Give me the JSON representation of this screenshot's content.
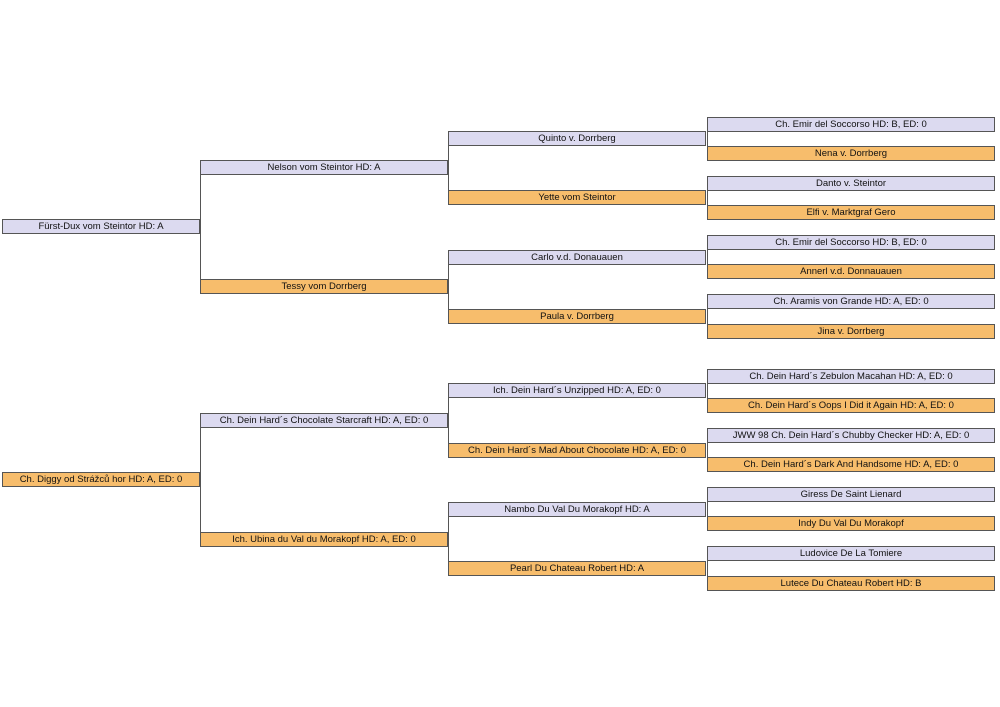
{
  "colors": {
    "male": "#dcdaf0",
    "female": "#f7bd6c",
    "line": "#555555"
  },
  "pedigrees": [
    {
      "subject": {
        "name": "Fürst-Dux vom Steintor HD: A",
        "sex": "male"
      },
      "parents": [
        {
          "name": "Nelson vom Steintor HD: A",
          "sex": "male"
        },
        {
          "name": "Tessy vom Dorrberg",
          "sex": "female"
        }
      ],
      "grandparents": [
        {
          "name": "Quinto v. Dorrberg",
          "sex": "male"
        },
        {
          "name": "Yette vom Steintor",
          "sex": "female"
        },
        {
          "name": "Carlo v.d. Donauauen",
          "sex": "male"
        },
        {
          "name": "Paula v. Dorrberg",
          "sex": "female"
        }
      ],
      "great_grandparents": [
        {
          "name": "Ch. Emir del Soccorso HD: B, ED: 0",
          "sex": "male"
        },
        {
          "name": "Nena v. Dorrberg",
          "sex": "female"
        },
        {
          "name": "Danto v. Steintor",
          "sex": "male"
        },
        {
          "name": "Elfi v. Marktgraf Gero",
          "sex": "female"
        },
        {
          "name": "Ch. Emir del Soccorso HD: B, ED: 0",
          "sex": "male"
        },
        {
          "name": "Annerl v.d. Donnauauen",
          "sex": "female"
        },
        {
          "name": "Ch. Aramis von Grande HD: A, ED: 0",
          "sex": "male"
        },
        {
          "name": "Jina v. Dorrberg",
          "sex": "female"
        }
      ]
    },
    {
      "subject": {
        "name": "Ch. Diggy od Strážců hor HD: A, ED: 0",
        "sex": "female"
      },
      "parents": [
        {
          "name": "Ch. Dein Hard´s Chocolate Starcraft HD: A, ED: 0",
          "sex": "male"
        },
        {
          "name": "Ich. Ubina du Val du Morakopf HD: A, ED: 0",
          "sex": "female"
        }
      ],
      "grandparents": [
        {
          "name": "Ich. Dein Hard´s Unzipped HD: A, ED: 0",
          "sex": "male"
        },
        {
          "name": "Ch. Dein Hard´s Mad About Chocolate HD: A, ED: 0",
          "sex": "female"
        },
        {
          "name": "Nambo Du Val Du Morakopf HD: A",
          "sex": "male"
        },
        {
          "name": "Pearl Du Chateau Robert HD: A",
          "sex": "female"
        }
      ],
      "great_grandparents": [
        {
          "name": "Ch. Dein Hard´s Zebulon Macahan HD: A, ED: 0",
          "sex": "male"
        },
        {
          "name": "Ch. Dein Hard´s Oops I Did it Again HD: A, ED: 0",
          "sex": "female"
        },
        {
          "name": "JWW 98 Ch. Dein Hard´s Chubby Checker HD: A, ED: 0",
          "sex": "male"
        },
        {
          "name": "Ch. Dein Hard´s Dark And Handsome HD: A, ED: 0",
          "sex": "female"
        },
        {
          "name": "Giress De Saint Lienard",
          "sex": "male"
        },
        {
          "name": "Indy Du Val Du Morakopf",
          "sex": "female"
        },
        {
          "name": "Ludovice De La Tomiere",
          "sex": "male"
        },
        {
          "name": "Lutece Du Chateau Robert HD: B",
          "sex": "female"
        }
      ]
    }
  ]
}
